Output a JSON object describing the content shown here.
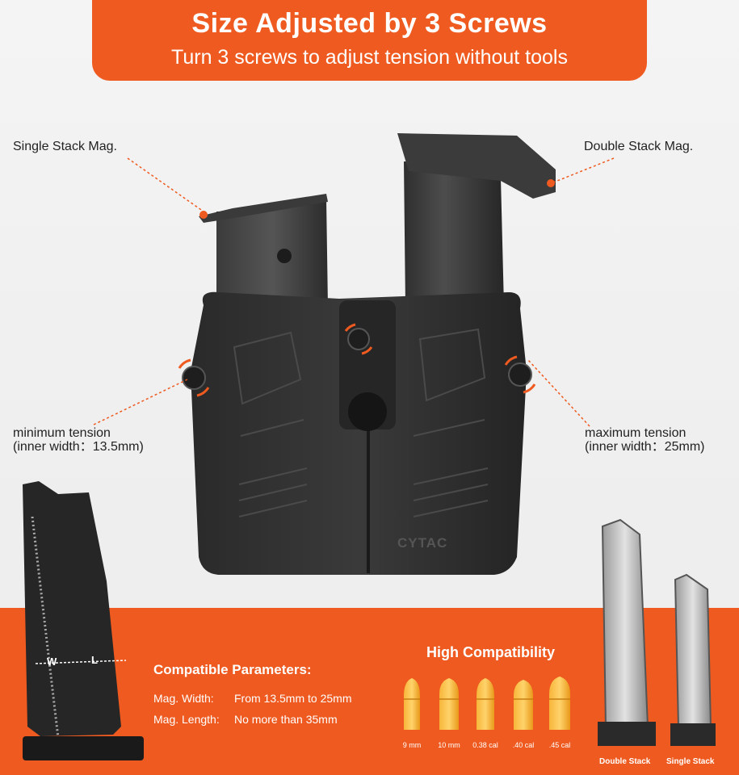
{
  "header": {
    "title": "Size Adjusted by 3 Screws",
    "subtitle": "Turn 3 screws to adjust tension without tools"
  },
  "callouts": {
    "single_stack": "Single Stack Mag.",
    "double_stack": "Double Stack Mag.",
    "min_tension": "minimum tension",
    "min_width": "(inner width：13.5mm)",
    "max_tension": "maximum tension",
    "max_width": "(inner width：25mm)"
  },
  "brand": "CYTAC",
  "measure": {
    "w": "W",
    "l": "L"
  },
  "params": {
    "title": "Compatible Parameters:",
    "rows": [
      {
        "key": "Mag. Width:",
        "value": "From 13.5mm to 25mm"
      },
      {
        "key": "Mag. Length:",
        "value": "No more than 35mm"
      }
    ]
  },
  "compat": {
    "title": "High Compatibility",
    "calibers": [
      "9 mm",
      "10 mm",
      "0.38 cal",
      ".40 cal",
      ".45 cal"
    ]
  },
  "stacks": {
    "double": "Double Stack",
    "single": "Single Stack"
  },
  "colors": {
    "accent": "#ee5a1f",
    "holster": "#2b2b2b",
    "bullet": "#f3a826"
  }
}
